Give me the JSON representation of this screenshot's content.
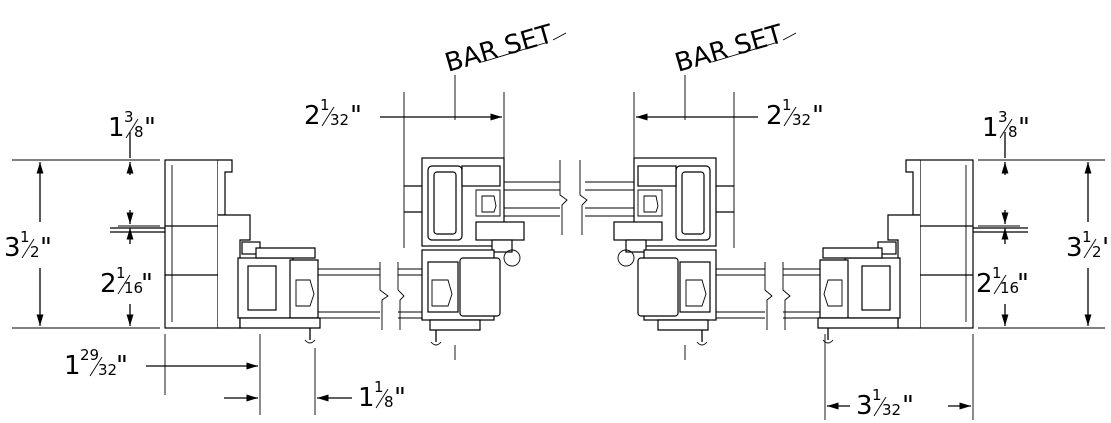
{
  "labels": {
    "bar_set_left": "BAR SET",
    "bar_set_right": "BAR SET"
  },
  "dimensions": {
    "left_top_width": {
      "whole": "1",
      "num": "3",
      "den": "8",
      "unit": "\""
    },
    "left_height": {
      "whole": "3",
      "num": "1",
      "den": "2",
      "unit": "\""
    },
    "left_mid_height": {
      "whole": "2",
      "num": "1",
      "den": "16",
      "unit": "\""
    },
    "left_bottom": {
      "whole": "1",
      "num": "29",
      "den": "32",
      "unit": "\""
    },
    "left_overlap": {
      "whole": "1",
      "num": "1",
      "den": "8",
      "unit": "\""
    },
    "center_left": {
      "whole": "2",
      "num": "1",
      "den": "32",
      "unit": "\""
    },
    "center_right": {
      "whole": "2",
      "num": "1",
      "den": "32",
      "unit": "\""
    },
    "right_top_width": {
      "whole": "1",
      "num": "3",
      "den": "8",
      "unit": "\""
    },
    "right_height": {
      "whole": "3",
      "num": "1",
      "den": "2",
      "unit": "'"
    },
    "right_mid_height": {
      "whole": "2",
      "num": "1",
      "den": "16",
      "unit": "\""
    },
    "right_bottom": {
      "whole": "3",
      "num": "1",
      "den": "32",
      "unit": "\""
    }
  }
}
